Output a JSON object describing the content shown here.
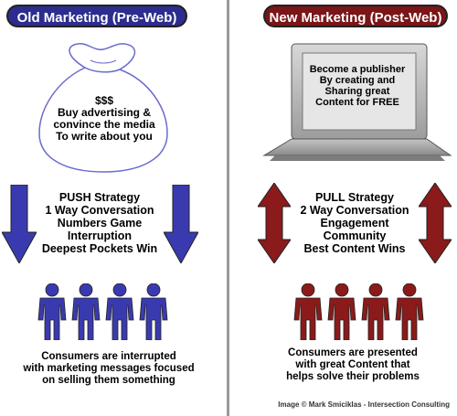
{
  "left": {
    "title": "Old Marketing (Pre-Web)",
    "bag_lines": [
      "$$$",
      "Buy advertising &",
      "convince the media",
      "To write about you"
    ],
    "strategy_lines": [
      "PUSH Strategy",
      "1 Way Conversation",
      "Numbers Game",
      "Interruption",
      "Deepest Pockets Win"
    ],
    "consumer_lines": [
      "Consumers are interrupted",
      "with marketing messages focused",
      "on selling them something"
    ],
    "people_count": 4,
    "accent": "#2c2d8e",
    "arrow_color": "#3a3ab0"
  },
  "right": {
    "title": "New Marketing (Post-Web)",
    "screen_lines": [
      "Become a publisher",
      "By creating and",
      "Sharing great",
      "Content for FREE"
    ],
    "strategy_lines": [
      "PULL Strategy",
      "2 Way Conversation",
      "Engagement",
      "Community",
      "Best Content Wins"
    ],
    "consumer_lines": [
      "Consumers are presented",
      "with great Content that",
      "helps solve their problems"
    ],
    "people_count": 4,
    "accent": "#7a1518",
    "arrow_color": "#8b1a1a"
  },
  "credit": "Image © Mark Smiciklas - Intersection Consulting"
}
